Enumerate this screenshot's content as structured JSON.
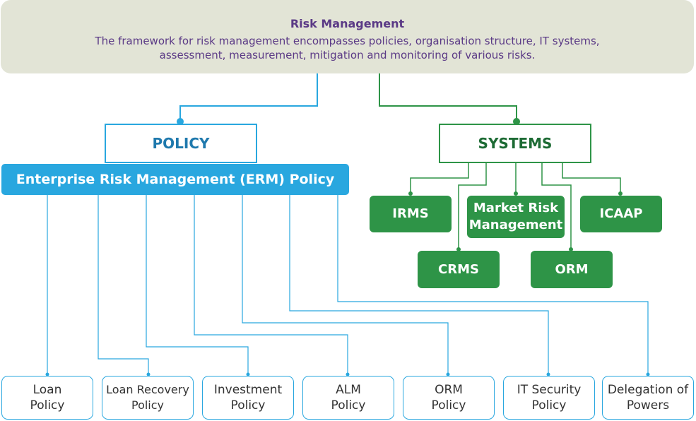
{
  "header": {
    "title": "Risk Management",
    "description": "The framework for risk management encompasses policies, organisation structure, IT systems, assessment, measurement, mitigation and monitoring of various risks."
  },
  "policy": {
    "heading": "POLICY",
    "erm": "Enterprise Risk Management (ERM) Policy",
    "items": [
      {
        "line1": "Loan",
        "line2": "Policy"
      },
      {
        "line1": "Loan Recovery",
        "line2": "Policy"
      },
      {
        "line1": "Investment",
        "line2": "Policy"
      },
      {
        "line1": "ALM",
        "line2": "Policy"
      },
      {
        "line1": "ORM",
        "line2": "Policy"
      },
      {
        "line1": "IT Security",
        "line2": "Policy"
      },
      {
        "line1": "Delegation of",
        "line2": "Powers"
      }
    ]
  },
  "systems": {
    "heading": "SYSTEMS",
    "irms": "IRMS",
    "market_line1": "Market Risk",
    "market_line2": "Management",
    "icaap": "ICAAP",
    "crms": "CRMS",
    "orm": "ORM"
  },
  "colors": {
    "policy_blue": "#29a7df",
    "systems_green": "#2e9447",
    "banner_bg": "#e2e4d6",
    "banner_text": "#5b3a86"
  }
}
